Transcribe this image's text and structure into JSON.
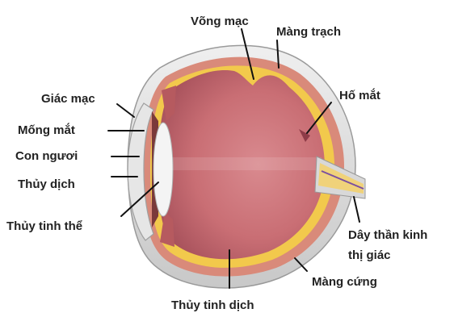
{
  "labels": {
    "retina": "Võng mạc",
    "choroid": "Màng trạch",
    "cornea": "Giác mạc",
    "iris": "Mống mắt",
    "pupil": "Con ngươi",
    "aqueous_humor": "Thủy dịch",
    "fovea": "Hố mắt",
    "lens": "Thủy tinh thể",
    "optic_nerve_line1": "Dây thần kinh",
    "optic_nerve_line2": "thị giác",
    "sclera": "Màng cứng",
    "vitreous_body": "Thủy tinh dịch"
  },
  "colors": {
    "sclera": "#dcdcdc",
    "choroid": "#d98a7a",
    "retina_band": "#f2c94c",
    "interior": "#c96e74",
    "interior_shadow": "#a8525c",
    "lens": "#f4f4f4",
    "nerve": "#f0d27a"
  }
}
